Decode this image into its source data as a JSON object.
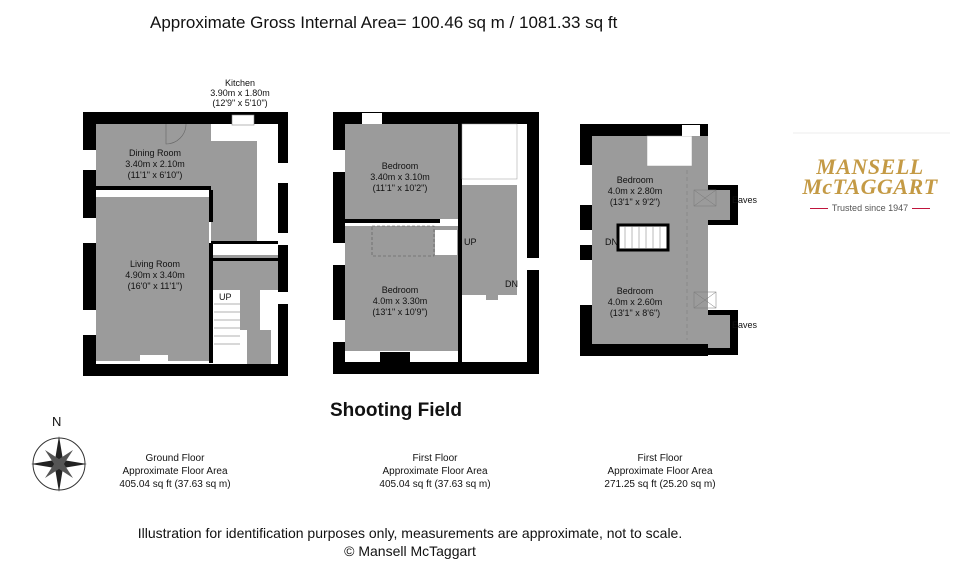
{
  "header": {
    "title": "Approximate Gross Internal Area= 100.46 sq m / 1081.33 sq ft"
  },
  "ground_floor": {
    "rooms": [
      {
        "name": "Kitchen",
        "metric": "3.90m x 1.80m",
        "imperial": "(12'9\" x 5'10\")"
      },
      {
        "name": "Dining Room",
        "metric": "3.40m x 2.10m",
        "imperial": "(11'1\" x 6'10\")"
      },
      {
        "name": "Living Room",
        "metric": "4.90m x 3.40m",
        "imperial": "(16'0\" x 11'1\")"
      }
    ],
    "stair_label": "UP",
    "caption": {
      "floor": "Ground Floor",
      "label": "Approximate Floor Area",
      "area": "405.04 sq ft (37.63 sq m)"
    }
  },
  "first_floor": {
    "rooms": [
      {
        "name": "Bedroom",
        "metric": "3.40m x 3.10m",
        "imperial": "(11'1\" x 10'2\")"
      },
      {
        "name": "Bedroom",
        "metric": "4.0m x 3.30m",
        "imperial": "(13'1\" x 10'9\")"
      }
    ],
    "stair_up": "UP",
    "stair_down": "DN",
    "caption": {
      "floor": "First Floor",
      "label": "Approximate Floor Area",
      "area": "405.04 sq ft (37.63 sq m)"
    }
  },
  "second_floor": {
    "rooms": [
      {
        "name": "Bedroom",
        "metric": "4.0m x 2.80m",
        "imperial": "(13'1\" x 9'2\")"
      },
      {
        "name": "Bedroom",
        "metric": "4.0m x 2.60m",
        "imperial": "(13'1\" x 8'6\")"
      }
    ],
    "eaves": [
      "Eaves",
      "Eaves"
    ],
    "stair_label": "DN",
    "caption": {
      "floor": "First Floor",
      "label": "Approximate Floor Area",
      "area": "271.25 sq ft (25.20 sq m)"
    }
  },
  "property_name": "Shooting Field",
  "compass": {
    "label": "N",
    "icon": "compass-rose-icon"
  },
  "logo": {
    "line1": "MANSELL",
    "line2": "McTAGGART",
    "tagline": "Trusted since 1947",
    "gold": "#c49a45",
    "red": "#c0143c"
  },
  "footer": {
    "disclaimer": "Illustration for identification purposes only, measurements are approximate, not to scale.",
    "copyright": "© Mansell McTaggart"
  },
  "colors": {
    "room": "#9b9b9b",
    "wall": "#000000"
  }
}
